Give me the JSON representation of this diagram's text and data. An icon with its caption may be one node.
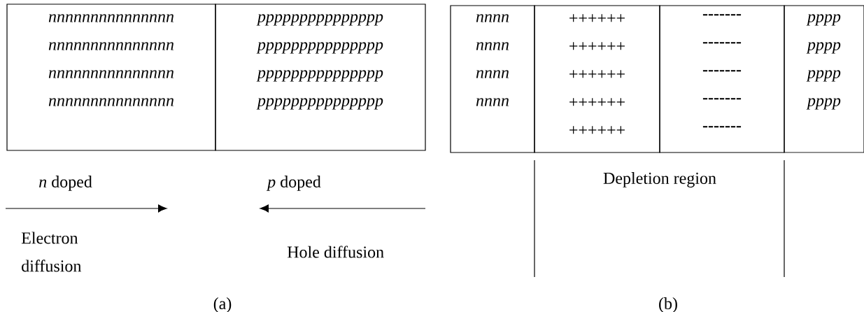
{
  "diagram": {
    "nodes": [
      {
        "text": [
          "nnnnnnnnnnnnnnn",
          "nnnnnnnnnnnnnnn",
          "nnnnnnnnnnnnnnn",
          "nnnnnnnnnnnnnnn"
        ]
      },
      {
        "text": [
          "ppppppppppppppp",
          "ppppppppppppppp",
          "ppppppppppppppp",
          "ppppppppppppppp"
        ]
      },
      {
        "text": [
          "nnnn",
          "nnnn",
          "nnnn",
          "nnnn"
        ]
      },
      {
        "text": [
          "++++++",
          "++++++",
          "++++++",
          "++++++",
          "++++++"
        ]
      },
      {
        "text": [
          "-------",
          "-------",
          "-------",
          "-------",
          "-------"
        ]
      },
      {
        "text": [
          "pppp",
          "pppp",
          "pppp",
          "pppp"
        ]
      }
    ],
    "labels": [
      "*n* doped",
      "*p* doped",
      "Electron diffusion",
      "Hole diffusion",
      "Depletion region",
      "(a)",
      "(b)"
    ]
  }
}
